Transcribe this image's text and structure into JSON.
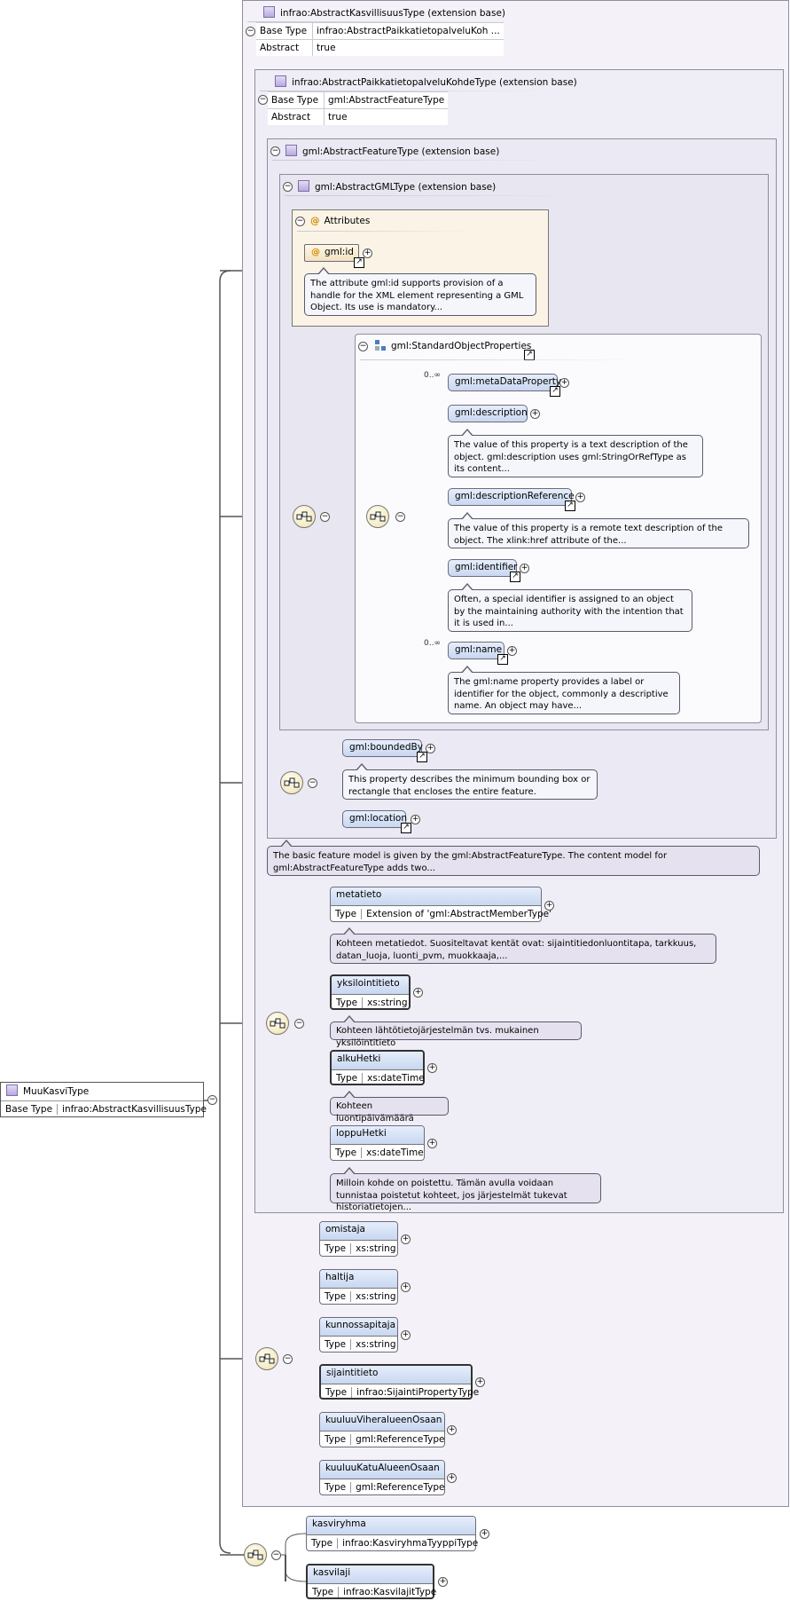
{
  "outer": {
    "title": "infrao:AbstractKasvillisuusType (extension base)",
    "base_type_key": "Base Type",
    "base_type_val": "infrao:AbstractPaikkatietopalveluKoh ...",
    "abstract_key": "Abstract",
    "abstract_val": "true"
  },
  "paikka": {
    "title": "infrao:AbstractPaikkatietopalveluKohdeType (extension base)",
    "base_type_key": "Base Type",
    "base_type_val": "gml:AbstractFeatureType",
    "abstract_key": "Abstract",
    "abstract_val": "true"
  },
  "feature": {
    "title": "gml:AbstractFeatureType (extension base)"
  },
  "gmlbase": {
    "title": "gml:AbstractGMLType (extension base)"
  },
  "attributes": {
    "title": "Attributes",
    "id_label": "gml:id",
    "id_note": "The attribute gml:id supports provision of a handle for the XML element representing a GML Object. Its use is mandatory..."
  },
  "std": {
    "title": "gml:StandardObjectProperties",
    "items": [
      {
        "label": "gml:metaDataProperty",
        "occ": "0..∞",
        "note": ""
      },
      {
        "label": "gml:description",
        "occ": "",
        "note": "The value of this property is a text description of the object. gml:description uses gml:StringOrRefType as its content..."
      },
      {
        "label": "gml:descriptionReference",
        "occ": "",
        "note": "The value of this property is a remote text description of the object. The xlink:href attribute of the..."
      },
      {
        "label": "gml:identifier",
        "occ": "",
        "note": "Often, a special identifier is assigned to an object by the maintaining authority with the intention that it is used in..."
      },
      {
        "label": "gml:name",
        "occ": "0..∞",
        "note": "The gml:name property provides a label or identifier for the object, commonly a descriptive name. An object may have..."
      }
    ]
  },
  "bounded": {
    "label": "gml:boundedBy",
    "note": "This property describes the minimum bounding box or rectangle that encloses the entire feature.",
    "location": "gml:location"
  },
  "feature_note": "The basic feature model is given by the gml:AbstractFeatureType. The content model for gml:AbstractFeatureType adds two...",
  "paikka_seq": [
    {
      "name": "metatieto",
      "type_key": "Type",
      "type_val": "Extension of 'gml:AbstractMemberType'",
      "note": "Kohteen metatiedot. Suositeltavat kentät ovat: sijaintitiedonluontitapa, tarkkuus, datan_luoja, luonti_pvm, muokkaaja,..."
    },
    {
      "name": "yksilointitieto",
      "type_key": "Type",
      "type_val": "xs:string",
      "note": "Kohteen lähtötietojärjestelmän tvs. mukainen yksilöintitieto"
    },
    {
      "name": "alkuHetki",
      "type_key": "Type",
      "type_val": "xs:dateTime",
      "note": "Kohteen luontipäivämäärä"
    },
    {
      "name": "loppuHetki",
      "type_key": "Type",
      "type_val": "xs:dateTime",
      "note": "Milloin kohde on poistettu. Tämän avulla voidaan tunnistaa poistetut kohteet, jos järjestelmät tukevat historiatietojen..."
    }
  ],
  "kasvillisuus_seq": [
    {
      "name": "omistaja",
      "type_key": "Type",
      "type_val": "xs:string"
    },
    {
      "name": "haltija",
      "type_key": "Type",
      "type_val": "xs:string"
    },
    {
      "name": "kunnossapitaja",
      "type_key": "Type",
      "type_val": "xs:string"
    },
    {
      "name": "sijaintitieto",
      "type_key": "Type",
      "type_val": "infrao:SijaintiPropertyType"
    },
    {
      "name": "kuuluuViheralueenOsaan",
      "type_key": "Type",
      "type_val": "gml:ReferenceType"
    },
    {
      "name": "kuuluuKatuAlueenOsaan",
      "type_key": "Type",
      "type_val": "gml:ReferenceType"
    }
  ],
  "main_seq": [
    {
      "name": "kasviryhma",
      "type_key": "Type",
      "type_val": "infrao:KasviryhmaTyyppiType"
    },
    {
      "name": "kasvilaji",
      "type_key": "Type",
      "type_val": "infrao:KasvilajitType"
    }
  ],
  "root": {
    "title": "MuuKasviType",
    "base_type_key": "Base Type",
    "base_type_val": "infrao:AbstractKasvillisuusType"
  }
}
